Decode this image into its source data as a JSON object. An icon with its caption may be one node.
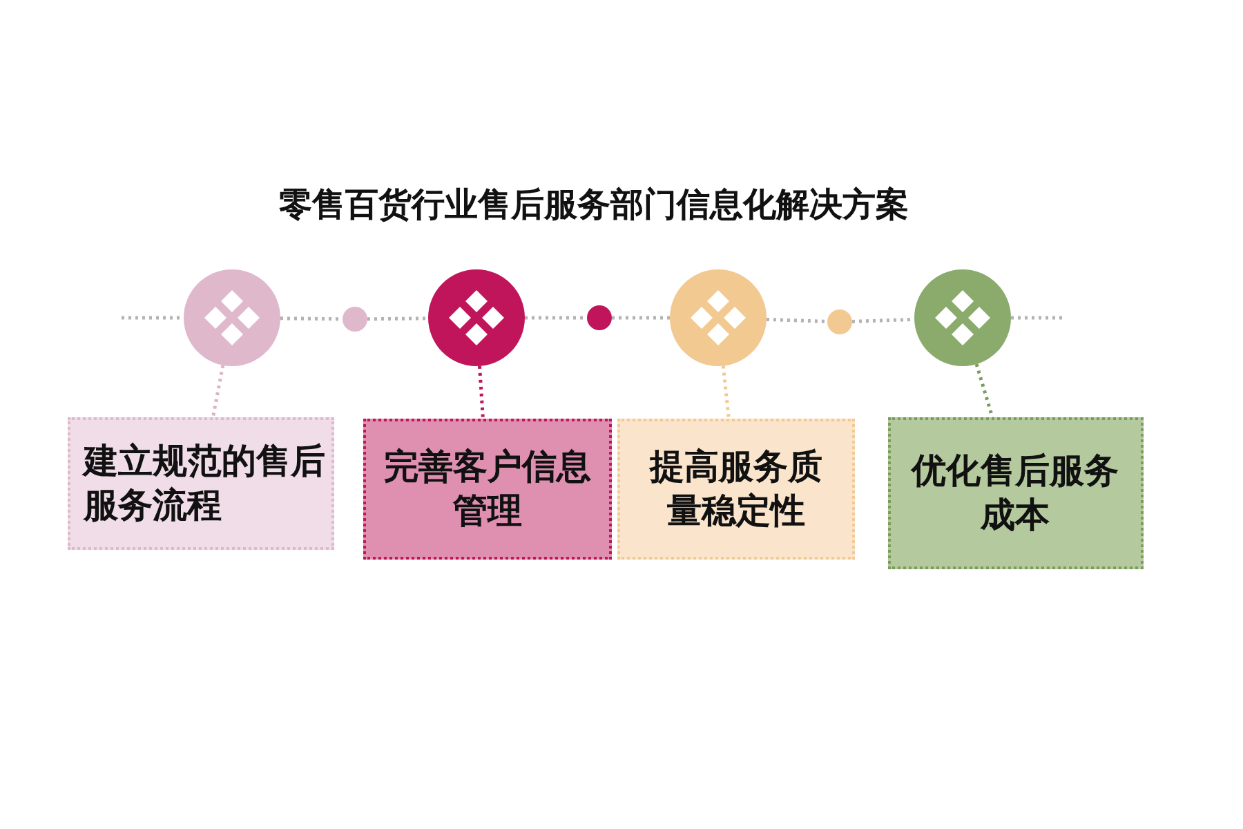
{
  "diagram": {
    "title": "零售百货行业售后服务部门信息化解决方案",
    "nodes": [
      {
        "text": [],
        "shape": "circle"
      },
      {
        "text": [],
        "shape": "circle"
      },
      {
        "text": [],
        "shape": "circle"
      },
      {
        "text": [],
        "shape": "circle"
      },
      {
        "text": [],
        "shape": "circle"
      },
      {
        "text": [],
        "shape": "circle"
      },
      {
        "text": [],
        "shape": "circle"
      },
      {
        "text": [
          "建立规范的售后服务流程"
        ]
      },
      {
        "text": [
          "完善客户信息管理"
        ]
      },
      {
        "text": [
          "提高服务质量稳定性"
        ]
      },
      {
        "text": [
          "优化售后服务成本"
        ]
      }
    ],
    "edges": [
      {
        "from": null,
        "to": 0,
        "arrow": "none",
        "style": "dashed"
      },
      {
        "from": 0,
        "to": 1,
        "arrow": "none",
        "style": "dashed"
      },
      {
        "from": 1,
        "to": 2,
        "arrow": "none",
        "style": "dashed"
      },
      {
        "from": 2,
        "to": 3,
        "arrow": "none",
        "style": "dashed"
      },
      {
        "from": 3,
        "to": 4,
        "arrow": "none",
        "style": "dashed"
      },
      {
        "from": 4,
        "to": 5,
        "arrow": "none",
        "style": "dashed"
      },
      {
        "from": 5,
        "to": 6,
        "arrow": "none",
        "style": "dashed"
      },
      {
        "from": 6,
        "to": null,
        "arrow": "none",
        "style": "dashed"
      },
      {
        "from": 0,
        "to": 7,
        "arrow": "none",
        "style": "dashed",
        "color": "#d9b4c6"
      },
      {
        "from": 2,
        "to": 8,
        "arrow": "none",
        "style": "dashed",
        "color": "#c0155a"
      },
      {
        "from": 4,
        "to": 9,
        "arrow": "none",
        "style": "dashed",
        "color": "#f2c991"
      },
      {
        "from": 6,
        "to": 10,
        "arrow": "none",
        "style": "dashed",
        "color": "#7a9c5a"
      }
    ]
  }
}
